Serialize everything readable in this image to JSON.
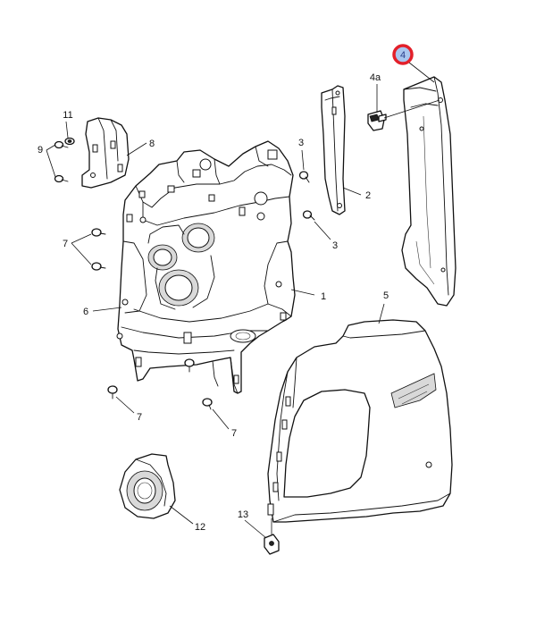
{
  "callouts": {
    "c4": "4",
    "c4a": "4a",
    "c11": "11",
    "c9": "9",
    "c8": "8",
    "c3a": "3",
    "c2": "2",
    "c3b": "3",
    "c7a": "7",
    "c6": "6",
    "c1": "1",
    "c5": "5",
    "c7b": "7",
    "c7c": "7",
    "c12": "12",
    "c13": "13"
  },
  "colors": {
    "highlight_ring": "#e3202a",
    "highlight_fill": "#a9c6ef",
    "line": "#111111"
  }
}
